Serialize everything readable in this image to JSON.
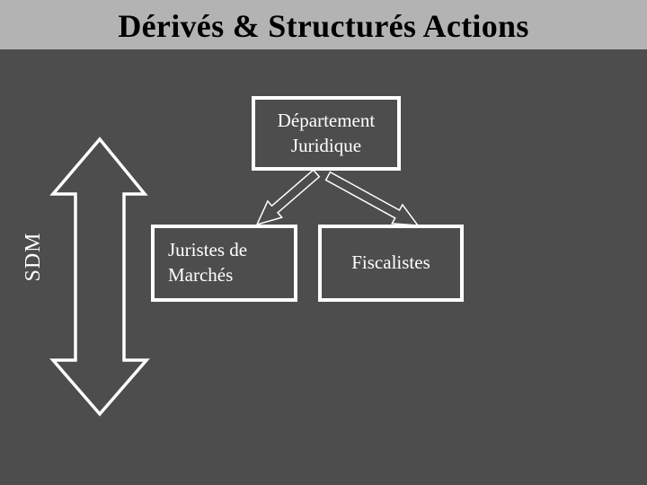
{
  "slide": {
    "title": "Dérivés & Structurés Actions",
    "side_label": "SDM",
    "org_chart": {
      "root_label": "Département Juridique",
      "children": [
        {
          "label": "Juristes de Marchés"
        },
        {
          "label": "Fiscalistes"
        }
      ]
    },
    "colors": {
      "background": "#4d4d4d",
      "title_bar": "#b3b3b3",
      "title_text": "#000000",
      "shape_outline": "#ffffff",
      "shape_text": "#ffffff"
    }
  }
}
